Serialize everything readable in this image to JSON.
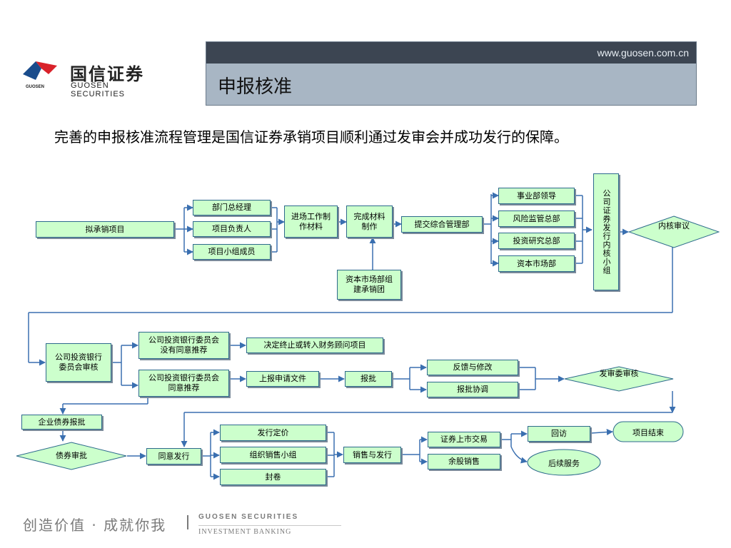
{
  "brand": {
    "name_cn": "国信证券",
    "name_en": "GUOSEN SECURITIES",
    "logo_mini": "GUOSEN",
    "colors": {
      "red": "#d9222a",
      "blue": "#1a4c8c",
      "header_dark": "#3c4552",
      "header_light": "#a8b6c4",
      "node_fill": "#ccffcc",
      "connector": "#3a6fb0"
    }
  },
  "header": {
    "url": "www.guosen.com.cn",
    "title": "申报核准"
  },
  "intro": "完善的申报核准流程管理是国信证券承销项目顺利通过发审会并成功发行的保障。",
  "flow": {
    "start": "拟承销项目",
    "team": [
      "部门总经理",
      "项目负责人",
      "项目小组成员"
    ],
    "entry": "进场工作制作材料",
    "done": "完成材料制作",
    "support": "资本市场部组建承销团",
    "submit": "提交综合管理部",
    "reviewers": [
      "事业部领导",
      "风险监管总部",
      "投资研究总部",
      "资本市场部"
    ],
    "committee": "公司证券发行内核小组",
    "internal_review": "内核审议",
    "ib_review": "公司投资银行委员会审核",
    "not_agree": "公司投资银行委员会没有同意推荐",
    "terminate": "决定终止或转入财务顾问项目",
    "agree": "公司投资银行委员会同意推荐",
    "report": "上报申请文件",
    "approval": "报批",
    "feedback": "反馈与修改",
    "coordinate": "报批协调",
    "csrc_review": "发审委审核",
    "bond": "企业债券报批",
    "bond_review": "债券审批",
    "approve_issue": "同意发行",
    "pricing": "发行定价",
    "syndicate": "组织销售小组",
    "closing": "封卷",
    "sales": "销售与发行",
    "listing": "证券上市交易",
    "residual": "余股销售",
    "revisit": "回访",
    "aftercare": "后续服务",
    "end": "项目结束"
  },
  "footer": {
    "slogan": "创造价值 · 成就你我",
    "en_line1": "GUOSEN SECURITIES",
    "en_line2": "INVESTMENT BANKING"
  }
}
